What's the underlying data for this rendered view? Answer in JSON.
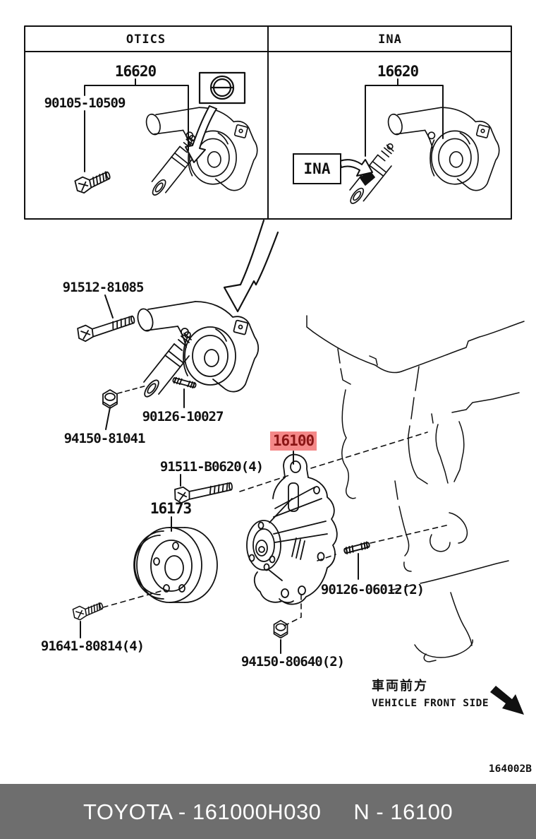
{
  "figure": {
    "code": "164002B",
    "highlight_bg": "#f48888",
    "highlight_text": "#8a1515",
    "footer_bg": "#6e6e6e"
  },
  "comparison": {
    "left": {
      "header": "OTICS",
      "part": "16620",
      "bolt": "90105-10509"
    },
    "right": {
      "header": "INA",
      "part": "16620",
      "tag": "INA"
    }
  },
  "callouts": {
    "tensioner_assembly": "91512-81085",
    "tensioner_stud": "90126-10027",
    "tensioner_nut": "94150-81041",
    "water_pump": "16100",
    "pump_bolt": "91511-B0620(4)",
    "pump_pulley": "16173",
    "block_stud": "90126-06012(2)",
    "pulley_bolt": "91641-80814(4)",
    "pump_nut": "94150-80640(2)"
  },
  "orientation": {
    "jp": "車両前方",
    "en": "VEHICLE FRONT SIDE"
  },
  "footer": {
    "brand_part": "TOYOTA - 161000H030",
    "catalog_ref": "N - 16100"
  }
}
